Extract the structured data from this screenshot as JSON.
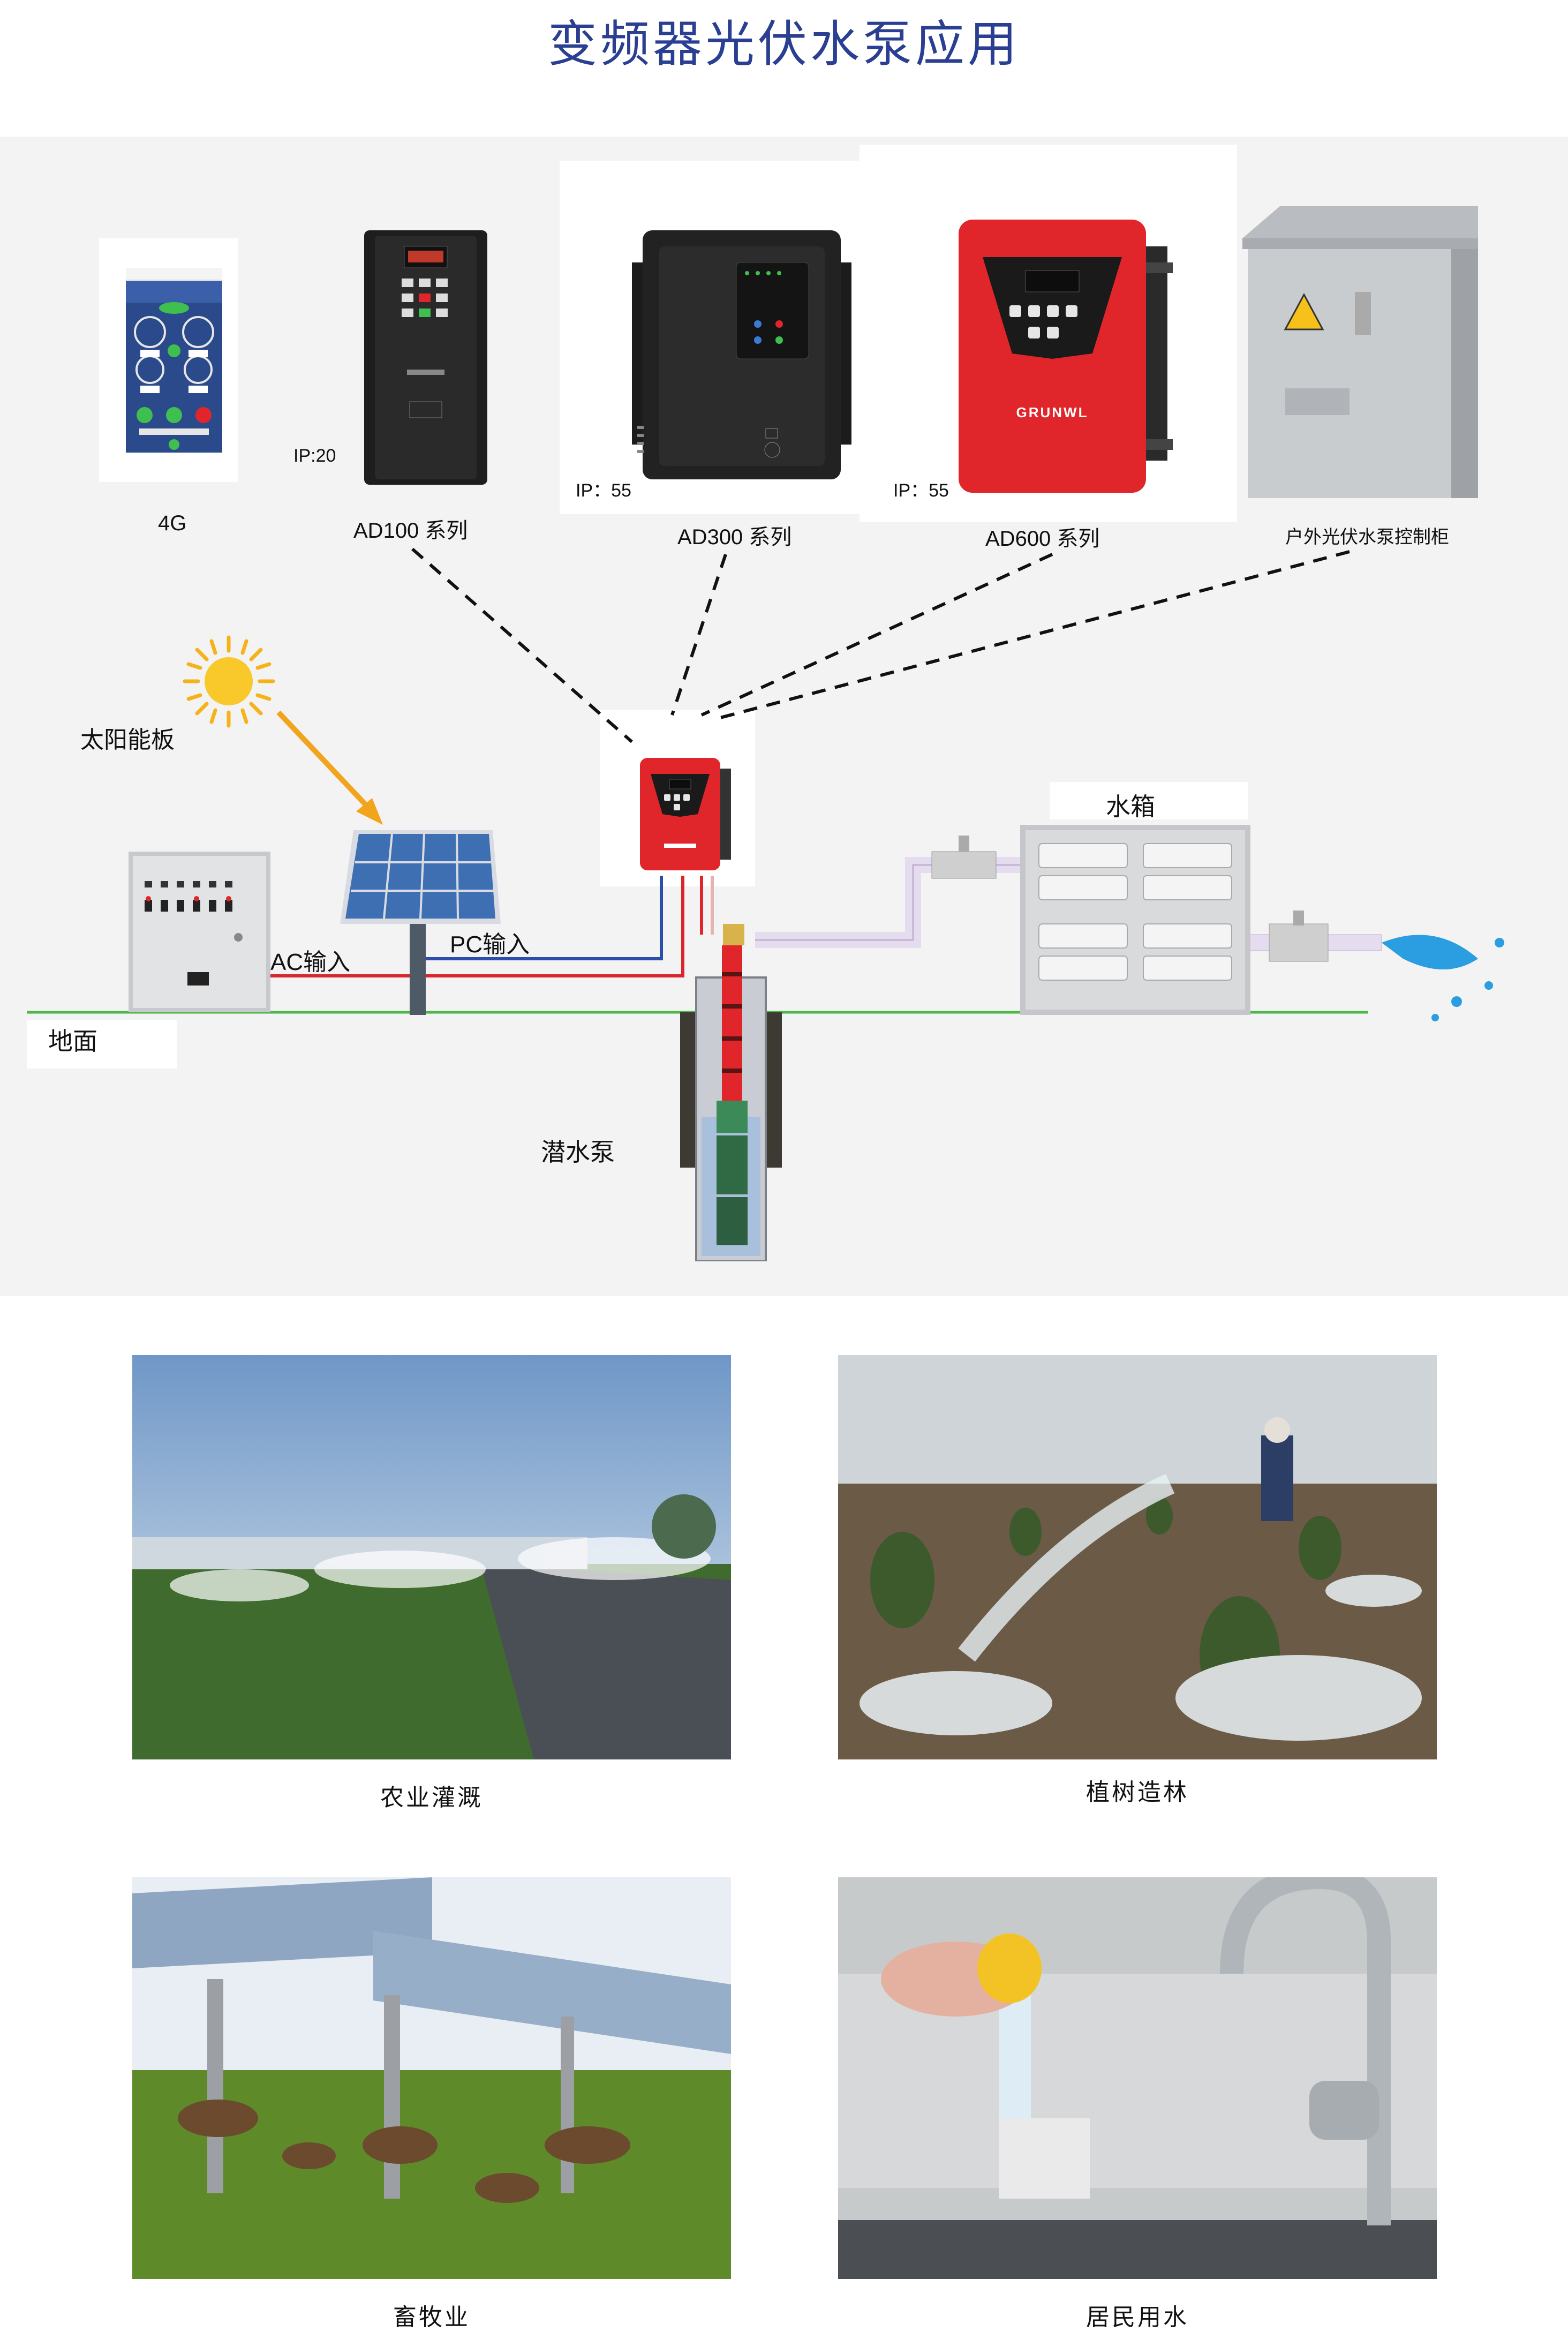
{
  "title": "变频器光伏水泵应用",
  "devices": {
    "app": {
      "label": "4G"
    },
    "ad100": {
      "ip": "IP:20",
      "label": "AD100  系列"
    },
    "ad300": {
      "ip": "IP：55",
      "label": "AD300  系列"
    },
    "ad600": {
      "ip": "IP：55",
      "label": "AD600  系列"
    },
    "cabinet": {
      "label": "户外光伏水泵控制柜"
    }
  },
  "brand": "GRUNWL",
  "diagram": {
    "solar_panel": "太阳能板",
    "ac_input": "AC输入",
    "pc_input": "PC输入",
    "ground": "地面",
    "water_tank": "水箱",
    "submersible_pump": "潜水泵"
  },
  "applications": [
    {
      "caption": "农业灌溉"
    },
    {
      "caption": "植树造林"
    },
    {
      "caption": "畜牧业"
    },
    {
      "caption": "居民用水"
    }
  ],
  "colors": {
    "title": "#2a3f92",
    "ground_line": "#4cb848",
    "ac_line": "#d9262c",
    "pc_line": "#2b4fa8",
    "inverter_red": "#e0262b",
    "sun": "#f6b21a"
  }
}
